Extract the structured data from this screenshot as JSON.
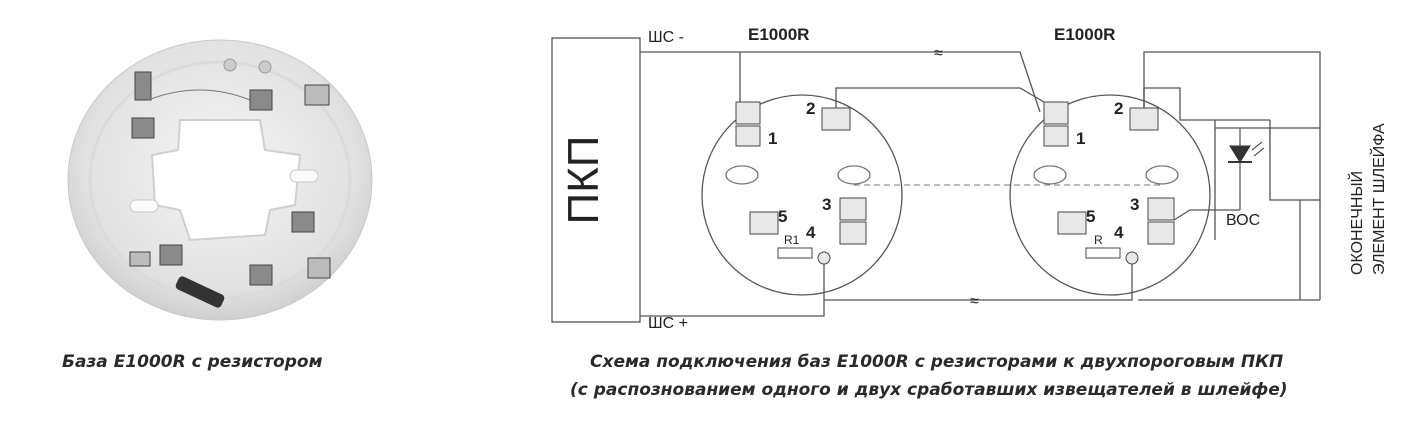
{
  "diagram": {
    "panel_label": "ПКП",
    "loop_minus": "ШС -",
    "loop_plus": "ШС +",
    "base1_title": "E1000R",
    "base2_title": "E1000R",
    "terminals": {
      "t1": "1",
      "t2": "2",
      "t3": "3",
      "t4": "4",
      "t5": "5"
    },
    "resistor1": "R1",
    "resistor2": "R",
    "led_label": "ВОС",
    "end_element_line1": "ОКОНЕЧНЫЙ",
    "end_element_line2": "ЭЛЕМЕНТ ШЛЕЙФА",
    "break_mark": "≈"
  },
  "captions": {
    "left": "База E1000R с резистором",
    "right_line1": "Схема подключения баз E1000R с резисторами к двухпороговым ПКП",
    "right_line2": "(с распознованием одного и двух сработавших извещателей в шлейфе)"
  }
}
